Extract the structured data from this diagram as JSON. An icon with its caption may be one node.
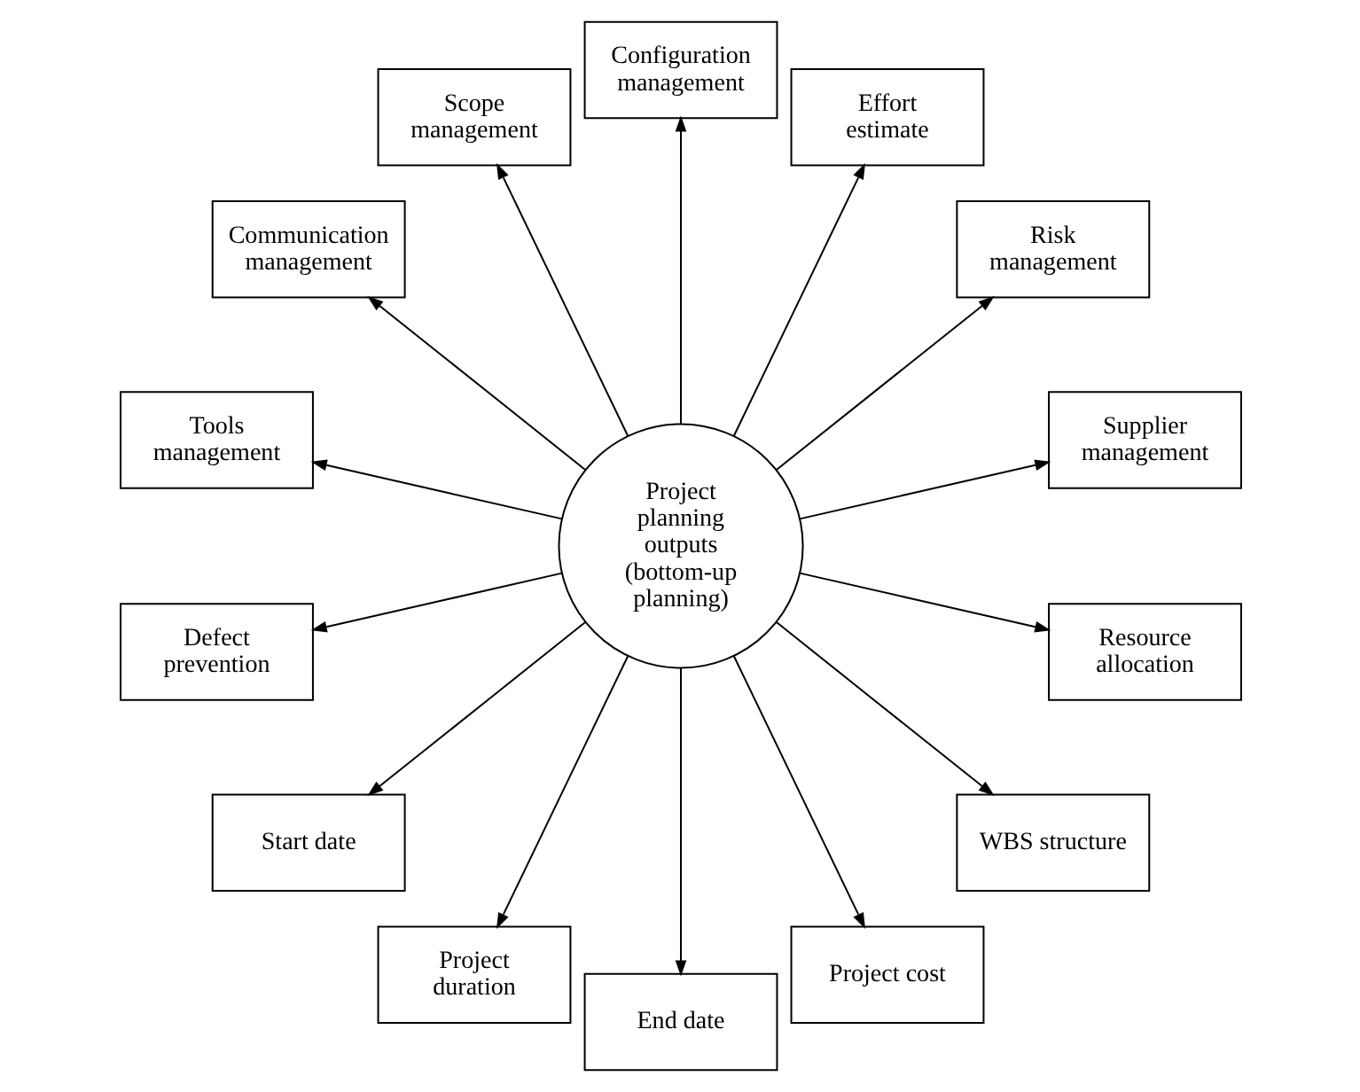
{
  "diagram": {
    "nodes": [
      {
        "text": [
          "Project planning outputs (bottom-up planning)"
        ]
      },
      {
        "text": [
          "Supplier management"
        ]
      },
      {
        "text": [
          "Risk management"
        ]
      },
      {
        "text": [
          "Effort estimate"
        ]
      },
      {
        "text": [
          "Configuration management"
        ]
      },
      {
        "text": [
          "Scope management"
        ]
      },
      {
        "text": [
          "Communication management"
        ]
      },
      {
        "text": [
          "Tools management"
        ]
      },
      {
        "text": [
          "Defect prevention"
        ]
      },
      {
        "text": [
          "Start date"
        ]
      },
      {
        "text": [
          "Project duration"
        ]
      },
      {
        "text": [
          "End date"
        ]
      },
      {
        "text": [
          "Project cost"
        ]
      },
      {
        "text": [
          "WBS structure"
        ]
      },
      {
        "text": [
          "Resource allocation"
        ]
      }
    ],
    "edges": [
      {
        "from": 0,
        "to": 2,
        "arrow": "to"
      },
      {
        "from": 0,
        "to": 3,
        "arrow": "to"
      },
      {
        "from": 0,
        "to": 5,
        "arrow": "to"
      },
      {
        "from": 0,
        "to": 7,
        "arrow": "to"
      },
      {
        "from": 0,
        "to": 9,
        "arrow": "to"
      },
      {
        "from": 0,
        "to": 11,
        "arrow": "to"
      },
      {
        "from": 0,
        "to": 14,
        "arrow": "to"
      },
      {
        "from": 0,
        "to": 13,
        "arrow": "to"
      },
      {
        "from": 0,
        "to": 12,
        "arrow": "to"
      },
      {
        "from": 0,
        "to": 10,
        "arrow": "to"
      },
      {
        "from": 0,
        "to": 8,
        "arrow": "to"
      },
      {
        "from": 0,
        "to": 6,
        "arrow": "to"
      },
      {
        "from": 0,
        "to": 4,
        "arrow": "to"
      },
      {
        "from": 0,
        "to": 1,
        "arrow": "to"
      }
    ]
  }
}
